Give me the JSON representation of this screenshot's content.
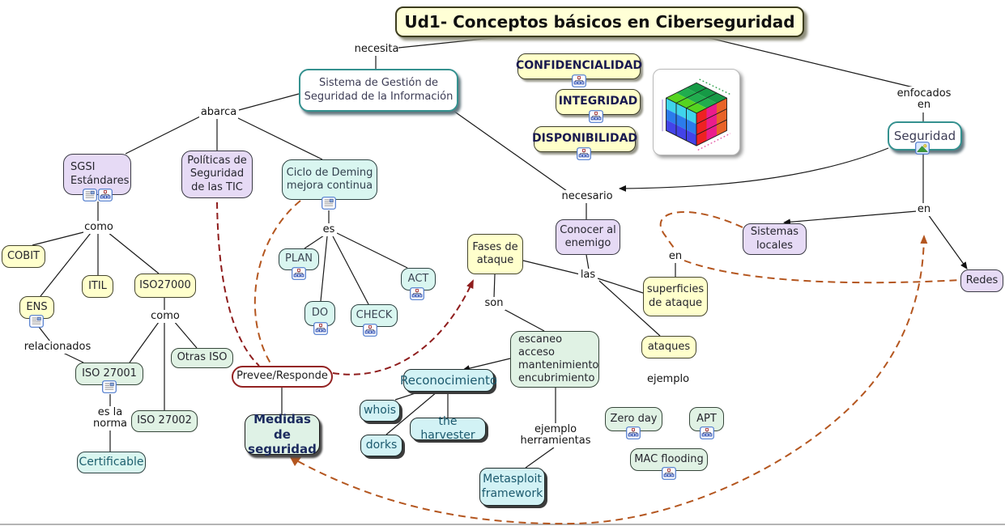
{
  "title": {
    "label": "Ud1- Conceptos básicos en Ciberseguridad"
  },
  "labels": {
    "necesita": "necesita",
    "abarca": "abarca",
    "como1": "como",
    "como2": "como",
    "es": "es",
    "son": "son",
    "las": "las",
    "en_mid": "en",
    "en_right": "en",
    "necesario": "necesario",
    "relacionados": "relacionados",
    "es_la_norma": "es la\nnorma",
    "ejemplo": "ejemplo",
    "ejemplo_herramientas": "ejemplo\nherramientas",
    "enfocados_en": "enfocados\nen"
  },
  "nodes": {
    "sgsi_sistema": {
      "label": "Sistema de Gestión de\nSeguridad de la Información"
    },
    "confidencialidad": {
      "label": "CONFIDENCIALIDAD"
    },
    "integridad": {
      "label": "INTEGRIDAD"
    },
    "disponibilidad": {
      "label": "DISPONIBILIDAD"
    },
    "seguridad": {
      "label": "Seguridad"
    },
    "sgsi_estandares": {
      "label": "SGSI\nEstándares"
    },
    "politicas": {
      "label": "Políticas de\nSeguridad\nde las TIC"
    },
    "ciclo_deming": {
      "label": "Ciclo de Deming\nmejora continua"
    },
    "cobit": {
      "label": "COBIT"
    },
    "itil": {
      "label": "ITIL"
    },
    "iso27000": {
      "label": "ISO27000"
    },
    "ens": {
      "label": "ENS"
    },
    "otras_iso": {
      "label": "Otras ISO"
    },
    "iso27001": {
      "label": "ISO 27001"
    },
    "iso27002": {
      "label": "ISO 27002"
    },
    "certificable": {
      "label": "Certificable"
    },
    "plan": {
      "label": "PLAN"
    },
    "do": {
      "label": "DO"
    },
    "check": {
      "label": "CHECK"
    },
    "act": {
      "label": "ACT"
    },
    "prevee_responde": {
      "label": "Prevee/Responde"
    },
    "medidas_seguridad": {
      "label": "Medidas de\nseguridad"
    },
    "fases_ataque": {
      "label": "Fases de\nataque"
    },
    "escaneo": {
      "label": "escaneo\nacceso\nmantenimiento\nencubrimiento"
    },
    "reconocimiento": {
      "label": "Reconocimiento"
    },
    "whois": {
      "label": "whois"
    },
    "dorks": {
      "label": "dorks"
    },
    "the_harvester": {
      "label": "the harvester"
    },
    "metasploit": {
      "label": "Metasploit\nframework"
    },
    "conocer_enemigo": {
      "label": "Conocer al\nenemigo"
    },
    "superficies_ataque": {
      "label": "superficies\nde ataque"
    },
    "ataques": {
      "label": "ataques"
    },
    "zero_day": {
      "label": "Zero day"
    },
    "apt": {
      "label": "APT"
    },
    "mac_flooding": {
      "label": "MAC flooding"
    },
    "sistemas_locales": {
      "label": "Sistemas\nlocales"
    },
    "redes": {
      "label": "Redes"
    }
  },
  "icons": {
    "hierarchy": "org-chart-resource-icon",
    "document": "text-document-resource-icon",
    "image": "picture-resource-icon"
  },
  "colors": {
    "node_yellow": "#ffffcc",
    "node_purple": "#e6daf5",
    "node_cyan": "#d9f6f0",
    "node_green": "#e0f2e4",
    "teal_frame": "#35918f",
    "dark_red_dashed": "#8f1d1d",
    "orange_dashed": "#b4561f",
    "navy_bold_text": "#191950",
    "line_black": "#1a1a1a"
  }
}
